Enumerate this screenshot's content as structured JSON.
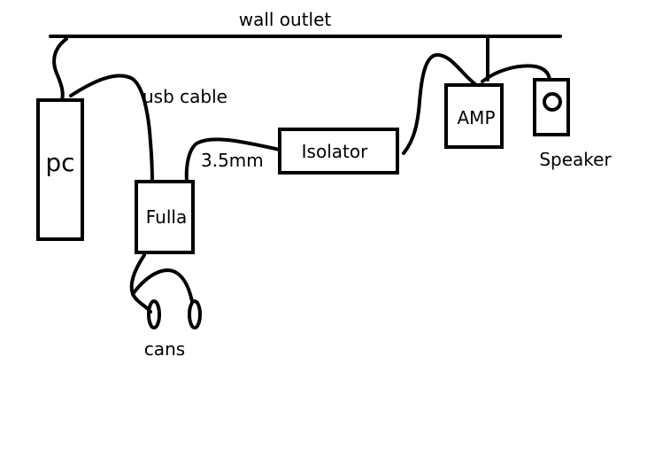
{
  "labels": {
    "wall_outlet": "wall outlet",
    "usb_cable": "usb cable",
    "cable_35": "3.5mm",
    "cans": "cans"
  },
  "devices": {
    "pc": "pc",
    "fulla": "Fulla",
    "isolator": "Isolator",
    "amp": "AMP",
    "speaker": "Speaker"
  },
  "colors": {
    "ink": "#000000",
    "background": "#ffffff"
  }
}
